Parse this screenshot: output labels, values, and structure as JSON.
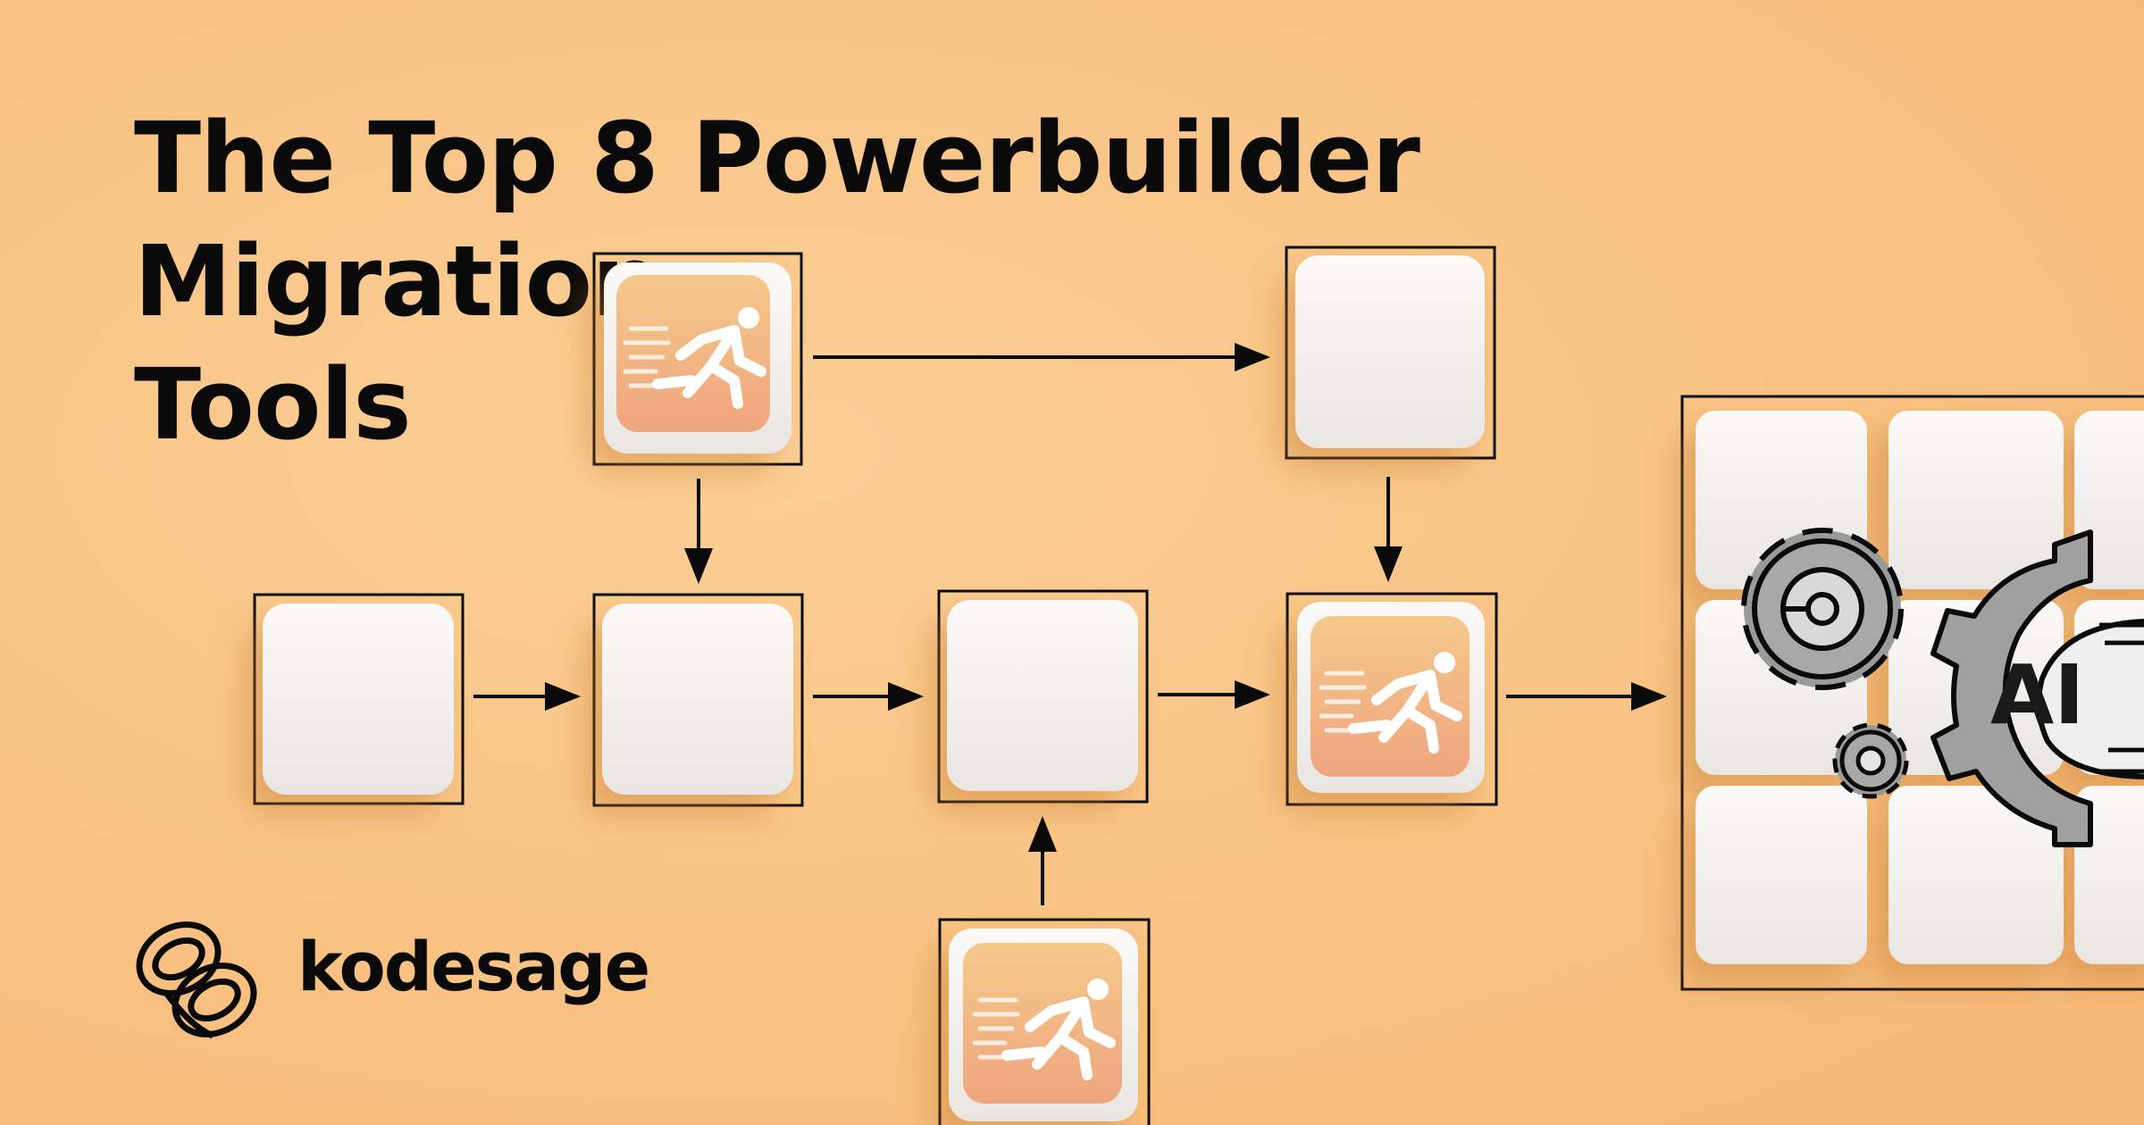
{
  "title": {
    "line1": "The Top 8 Powerbuilder Migration",
    "line2": "Tools"
  },
  "brand": {
    "name": "kodesage",
    "logo_icon": "interlocking-rings-logo"
  },
  "diagram": {
    "node_icon": "runner-icon",
    "module_label": "AI",
    "module_icons": [
      "gear-icon",
      "ai-chip-gear-icon"
    ]
  },
  "colors": {
    "background": "#f8c283",
    "ink": "#0a0a0a",
    "tile": "#f3f1ef",
    "runner_tile_top": "#f4c98a",
    "runner_tile_bottom": "#f0a57f"
  }
}
